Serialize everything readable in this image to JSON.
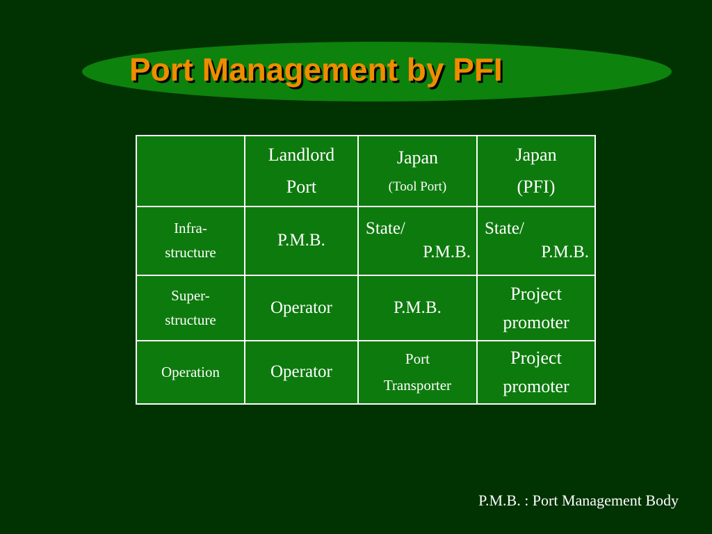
{
  "title": "Port Management by PFI",
  "table": {
    "header": {
      "col1": {
        "line1": "Landlord",
        "line2": "Port"
      },
      "col2": {
        "line1": "Japan",
        "line2": "(Tool Port)"
      },
      "col3": {
        "line1": "Japan",
        "line2": "(PFI)"
      }
    },
    "rows": [
      {
        "label": {
          "line1": "Infra-",
          "line2": "structure"
        },
        "landlord": "P.M.B.",
        "tool": {
          "line1": "State/",
          "line2": "P.M.B."
        },
        "pfi": {
          "line1": "State/",
          "line2": "P.M.B."
        }
      },
      {
        "label": {
          "line1": "Super-",
          "line2": "structure"
        },
        "landlord": "Operator",
        "tool": "P.M.B.",
        "pfi": {
          "line1": "Project",
          "line2": "promoter"
        }
      },
      {
        "label": {
          "line1": "Operation"
        },
        "landlord": "Operator",
        "tool": {
          "line1": "Port",
          "line2": "Transporter"
        },
        "pfi": {
          "line1": "Project",
          "line2": "promoter"
        }
      }
    ]
  },
  "footnote": "P.M.B. : Port Management Body",
  "colors": {
    "background": "#013201",
    "ellipse": "#0d820d",
    "table_fill": "#0d7a0d",
    "title": "#f08c00",
    "header_text": "#f08c00",
    "row_label": "#ffff00",
    "cell_text": "#ffffff"
  }
}
